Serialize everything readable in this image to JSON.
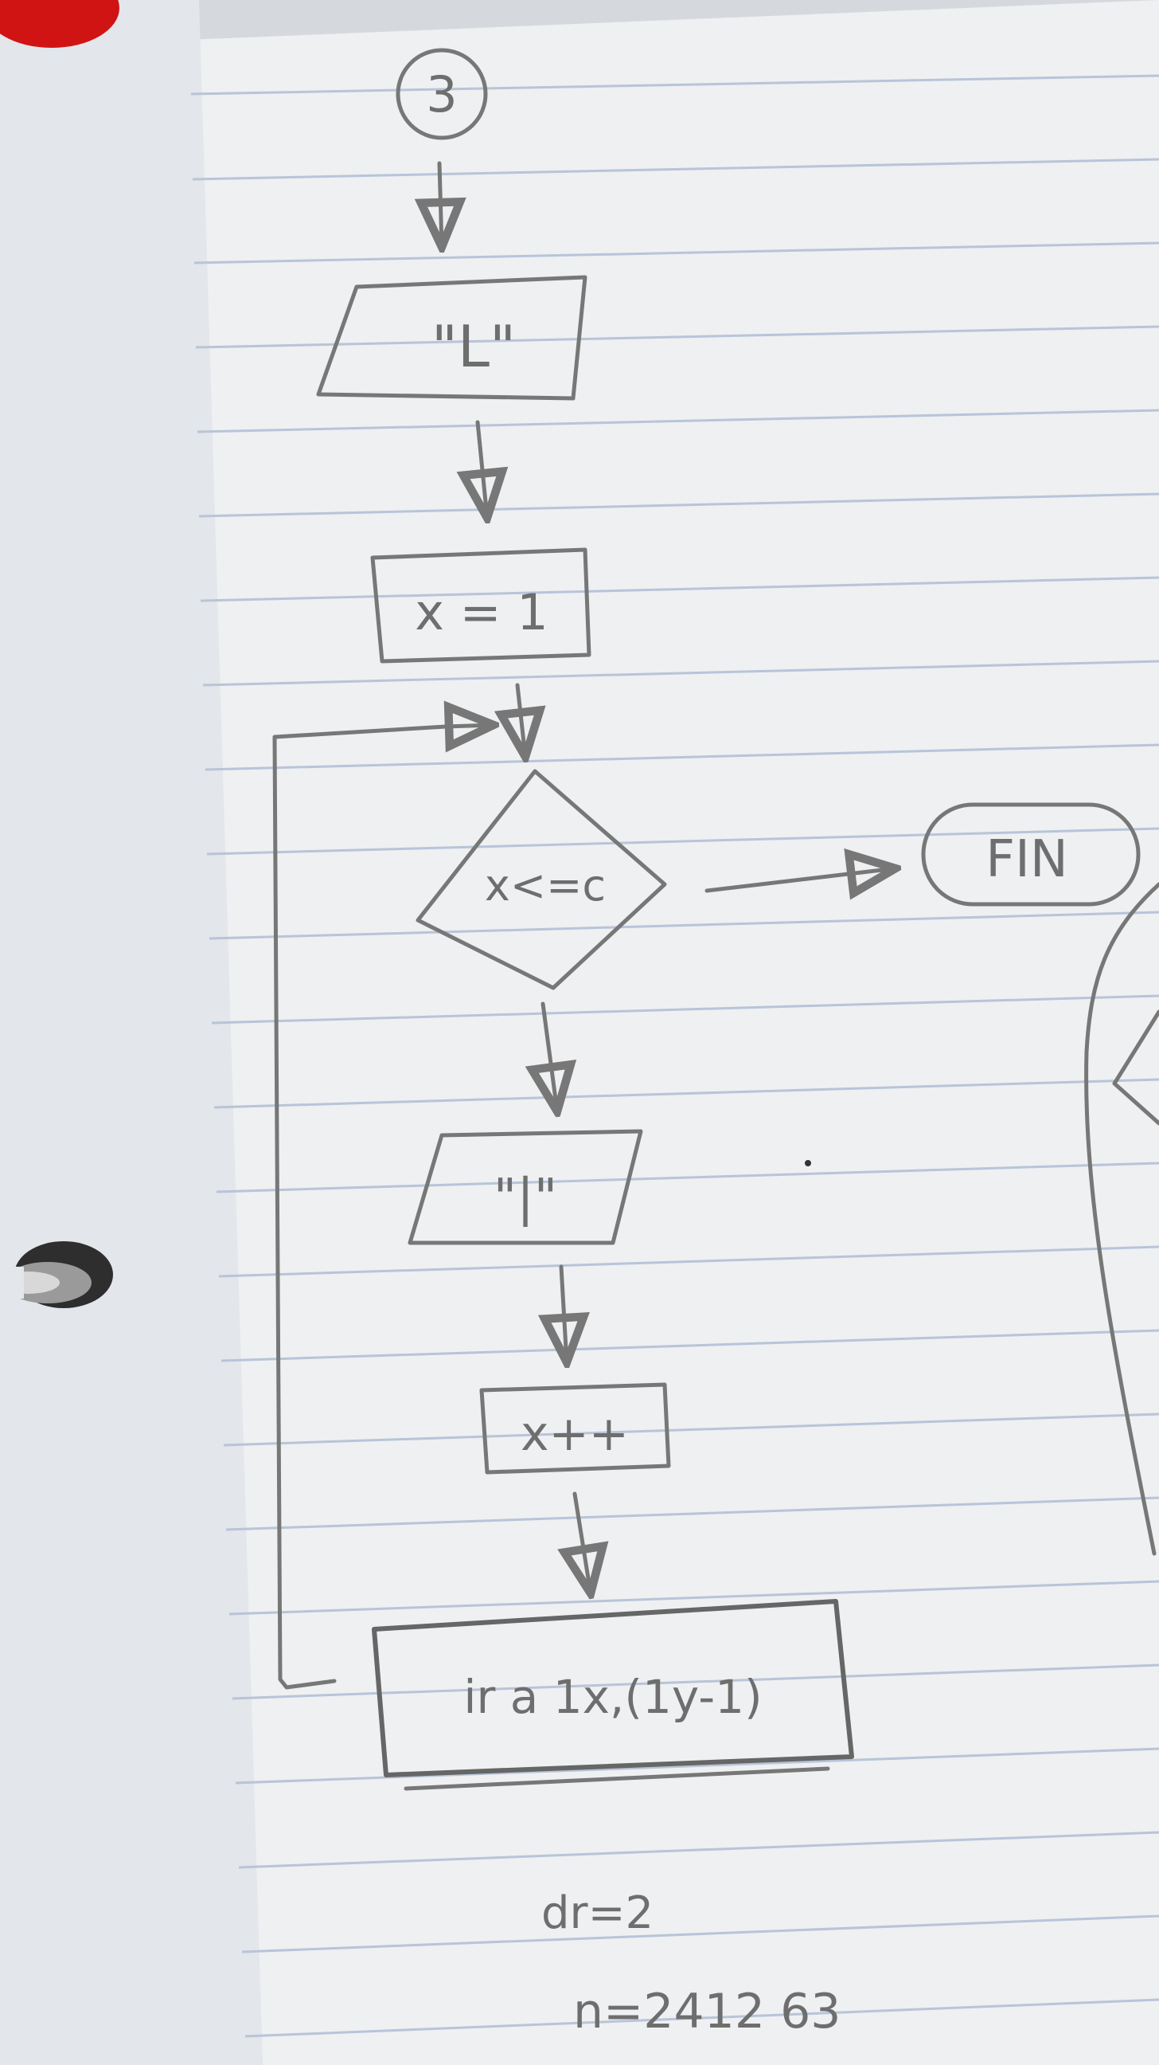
{
  "diagram": {
    "connector_label": "3",
    "output_1": "\"L\"",
    "assign": "x = 1",
    "condition": "x<=c",
    "terminal": "FIN",
    "output_2": "\"|\"",
    "increment": "x++",
    "goto": "ir a 1x,(1y-1)",
    "notes": {
      "line_1": "dr=2",
      "line_2": "n=2412 63"
    }
  },
  "colors": {
    "paper": "#eef0f2",
    "pencil": "#6e6e6e",
    "rule_lines": "#b9c4d8",
    "ring": "#3a3a3a",
    "red_sticker": "#d01414"
  }
}
